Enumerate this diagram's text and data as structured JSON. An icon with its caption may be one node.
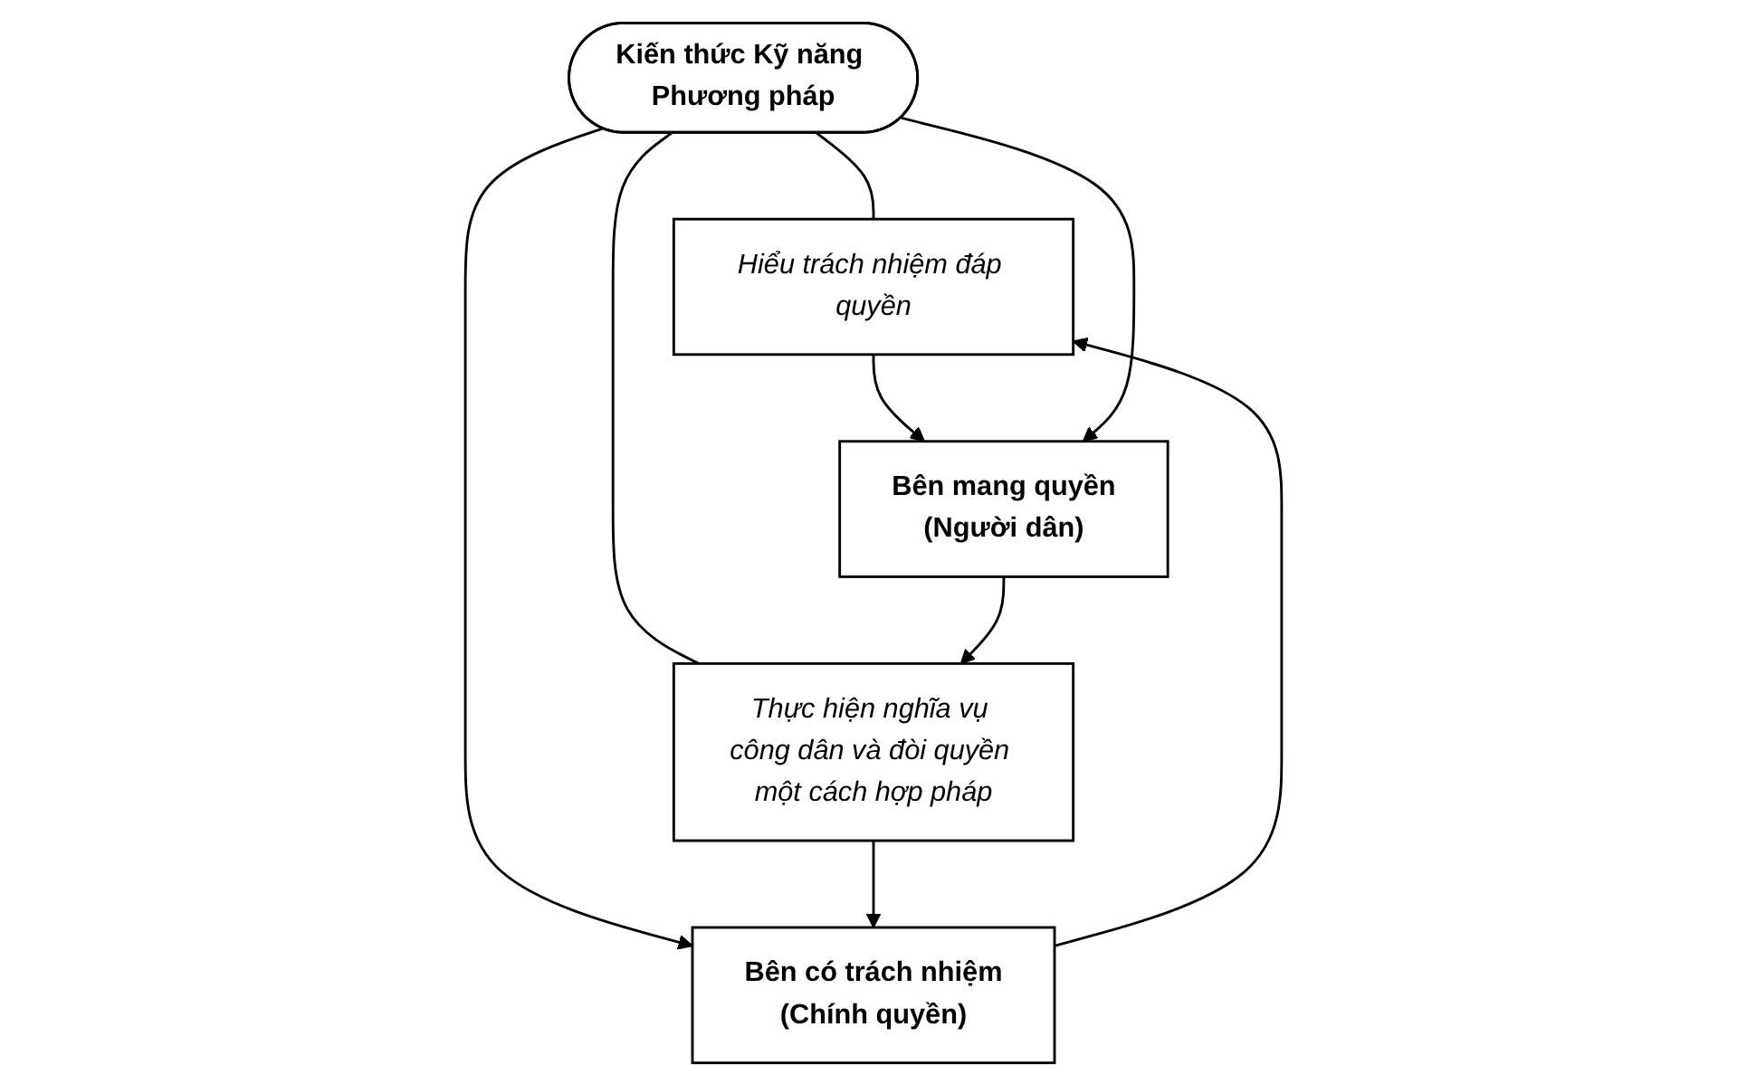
{
  "diagram": {
    "nodes": [
      {
        "text": [
          "Hiểu trách nhiệm đáp quyền"
        ]
      },
      {
        "text": [
          "Bên mang quyền",
          "(Người dân)"
        ]
      },
      {
        "text": [
          "Kiến thức Kỹ năng Phương pháp"
        ]
      },
      {
        "text": [
          "Bên có trách nhiệm",
          "(Chính quyền)"
        ]
      },
      {
        "text": [
          "Thực hiện nghĩa vụ công dân và đòi quyền một cách hợp pháp"
        ]
      }
    ],
    "edges": [
      {
        "from": 0,
        "to": 1,
        "arrow": "to"
      },
      {
        "from": 3,
        "to": 0,
        "arrow": "to"
      },
      {
        "from": 2,
        "to": 0,
        "arrow": "none"
      },
      {
        "from": 2,
        "to": 1,
        "arrow": "to"
      },
      {
        "from": 2,
        "to": 3,
        "arrow": "to"
      },
      {
        "from": 2,
        "to": 4,
        "arrow": "none"
      },
      {
        "from": 1,
        "to": 4,
        "arrow": "to"
      },
      {
        "from": 4,
        "to": 3,
        "arrow": "to"
      }
    ]
  }
}
